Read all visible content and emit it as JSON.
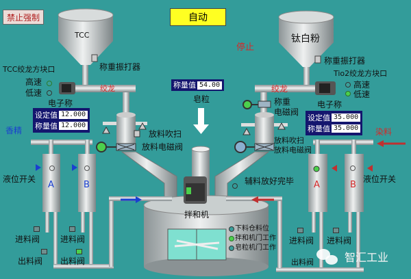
{
  "header": {
    "force_disable_button": "禁止强制",
    "mode_label": "自动",
    "stop_label": "停止"
  },
  "left": {
    "hopper_label": "TCC",
    "vibrator_label": "称重振打器",
    "screw_port_label": "TCC绞龙方块口",
    "high_speed": "高速",
    "low_speed": "低速",
    "screw_label": "绞龙",
    "scale_label": "电子称",
    "setpoint_label": "设定值",
    "setpoint_value": "12.000",
    "weight_label": "称量值",
    "weight_value": "12.000",
    "fragrance_label": "香精",
    "blow_label": "放料吹扫",
    "discharge_valve_label": "放料电磁阀",
    "level_switch_label": "液位开关",
    "tank_a": "A",
    "tank_b": "B",
    "inlet_valve_a": "进料阀",
    "inlet_valve_b": "进料阀",
    "outlet_valve_a": "出料阀",
    "outlet_valve_b": "出料阀"
  },
  "center": {
    "soap_weight_label": "称量值",
    "soap_weight_value": "54.00",
    "soap_label": "皂粒",
    "mixer_label": "拌和机",
    "aux_done_label": "辅料放好完毕",
    "indicators": [
      {
        "label": "下料仓料位",
        "on": false
      },
      {
        "label": "拌和机门工作",
        "on": true
      },
      {
        "label": "皂粒机门工作",
        "on": false
      }
    ]
  },
  "right": {
    "hopper_label": "钛白粉",
    "vibrator_label": "称重振打器",
    "screw_port_label": "Tio2绞龙方块口",
    "high_speed": "高速",
    "low_speed": "低速",
    "screw_label": "绞龙",
    "scale_label": "电子称",
    "weigh_valve_label_1": "称重",
    "weigh_valve_label_2": "电磁阀",
    "setpoint_label": "设定值",
    "setpoint_value": "35.000",
    "weight_label": "称量值",
    "weight_value": "35.000",
    "dye_label": "染料",
    "blow_label": "放料吹扫",
    "discharge_valve_label": "放料电磁阀",
    "level_switch_label": "液位开关",
    "tank_a": "A",
    "tank_b": "B",
    "inlet_valve_a": "进料阀",
    "inlet_valve_b": "进料阀",
    "outlet_valve": "出料阀"
  },
  "watermark": "智汇工业",
  "colors": {
    "background": "#339c9a",
    "panel": "#14166e",
    "mode": "#ffff22",
    "alarm": "#d42a2a"
  }
}
